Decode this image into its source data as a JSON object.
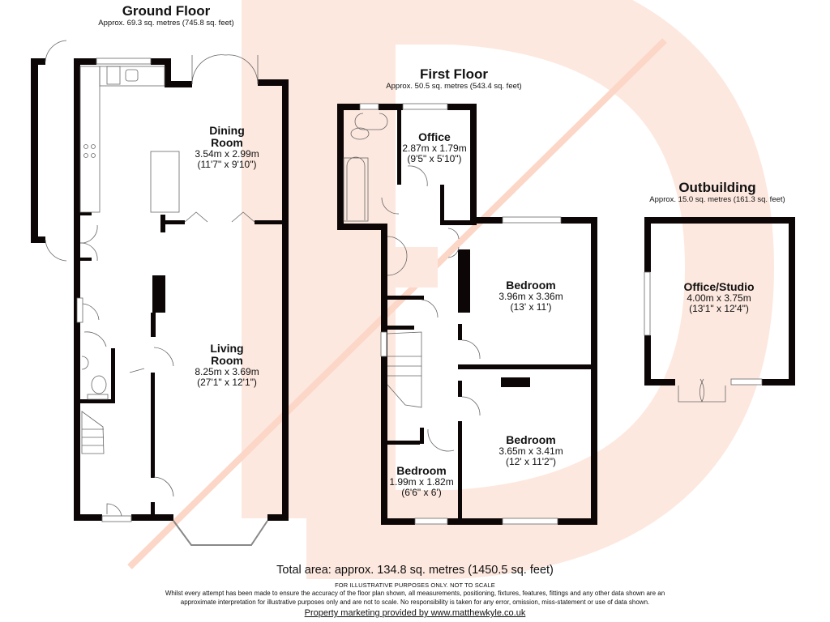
{
  "floors": {
    "ground": {
      "title": "Ground Floor",
      "area": "Approx. 69.3 sq. metres (745.8 sq. feet)",
      "rooms": [
        {
          "name_line1": "Dining",
          "name_line2": "Room",
          "metric": "3.54m x 2.99m",
          "imperial": "(11'7\" x 9'10\")"
        },
        {
          "name_line1": "Living",
          "name_line2": "Room",
          "metric": "8.25m x 3.69m",
          "imperial": "(27'1\" x 12'1\")"
        }
      ]
    },
    "first": {
      "title": "First Floor",
      "area": "Approx. 50.5 sq. metres (543.4 sq. feet)",
      "rooms": [
        {
          "name": "Office",
          "metric": "2.87m x 1.79m",
          "imperial": "(9'5\" x 5'10\")"
        },
        {
          "name": "Bedroom",
          "metric": "3.96m x 3.36m",
          "imperial": "(13' x 11')"
        },
        {
          "name": "Bedroom",
          "metric": "3.65m x 3.41m",
          "imperial": "(12' x 11'2\")"
        },
        {
          "name": "Bedroom",
          "metric": "1.99m x 1.82m",
          "imperial": "(6'6\" x 6')"
        }
      ]
    },
    "outbuilding": {
      "title": "Outbuilding",
      "area": "Approx. 15.0 sq. metres (161.3 sq. feet)",
      "rooms": [
        {
          "name": "Office/Studio",
          "metric": "4.00m x 3.75m",
          "imperial": "(13'1\" x 12'4\")"
        }
      ]
    }
  },
  "footer": {
    "total_area": "Total area: approx. 134.8 sq. metres (1450.5 sq. feet)",
    "disclaimer_title": "FOR ILLUSTRATIVE PURPOSES ONLY. NOT TO SCALE",
    "disclaimer_line1": "Whilst every attempt has been made to ensure the accuracy of the floor plan shown, all measurements, positioning, fixtures, features, fittings and any other data shown are an",
    "disclaimer_line2": "approximate interpretation for illustrative purposes only and are not to scale. No responsibility is taken for any error, omission, miss-statement or use of data shown.",
    "credit": "Property marketing provided by www.matthewkyle.co.uk"
  },
  "colors": {
    "wall": "#0d0606",
    "watermark": "#fde3d8",
    "watermark_line": "#fcc6ae",
    "fixture": "#555555"
  }
}
